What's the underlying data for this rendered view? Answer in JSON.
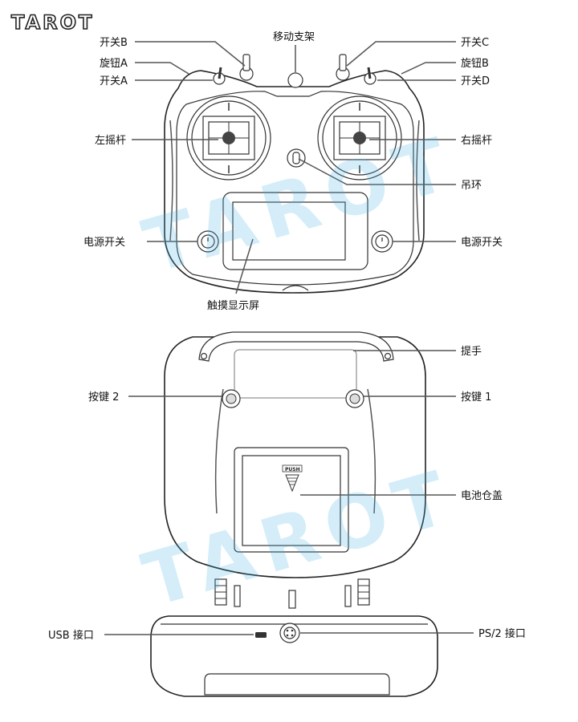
{
  "brand": "TAROT",
  "watermark": "TAROT",
  "front_view": {
    "switch_b": "开关B",
    "knob_a": "旋钮A",
    "switch_a": "开关A",
    "mobile_stand": "移动支架",
    "switch_c": "开关C",
    "knob_b": "旋钮B",
    "switch_d": "开关D",
    "left_stick": "左摇杆",
    "right_stick": "右摇杆",
    "lanyard_ring": "吊环",
    "power_left": "电源开关",
    "power_right": "电源开关",
    "touch_screen": "触摸显示屏"
  },
  "back_view": {
    "handle": "提手",
    "button_2": "按键 2",
    "button_1": "按键 1",
    "battery_cover": "电池仓盖",
    "push_text": "PUSH"
  },
  "bottom_view": {
    "usb_port": "USB 接口",
    "ps2_port": "PS/2 接口"
  },
  "colors": {
    "watermark": "#3fb2e8",
    "outline": "#222222",
    "leader": "#555555"
  }
}
